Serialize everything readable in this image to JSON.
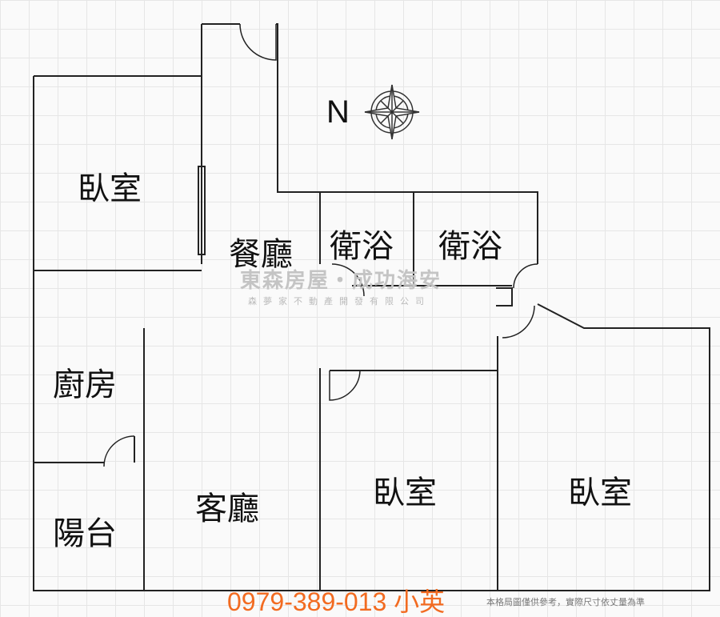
{
  "compass": {
    "label": "N"
  },
  "rooms": {
    "bedroom_top": "臥室",
    "dining": "餐廳",
    "bath1": "衛浴",
    "bath2": "衛浴",
    "kitchen": "廚房",
    "balcony": "陽台",
    "living": "客廳",
    "bedroom_mid": "臥室",
    "bedroom_right": "臥室"
  },
  "watermark": {
    "brand": "東森房屋・成功海安",
    "company": "森夢家不動產開發有限公司"
  },
  "contact": {
    "phone": "0979-389-013 小英"
  },
  "disclaimer": "本格局圖僅供參考，實際尺寸依丈量為準",
  "colors": {
    "wall": "#222222",
    "phone": "#f26b21"
  }
}
